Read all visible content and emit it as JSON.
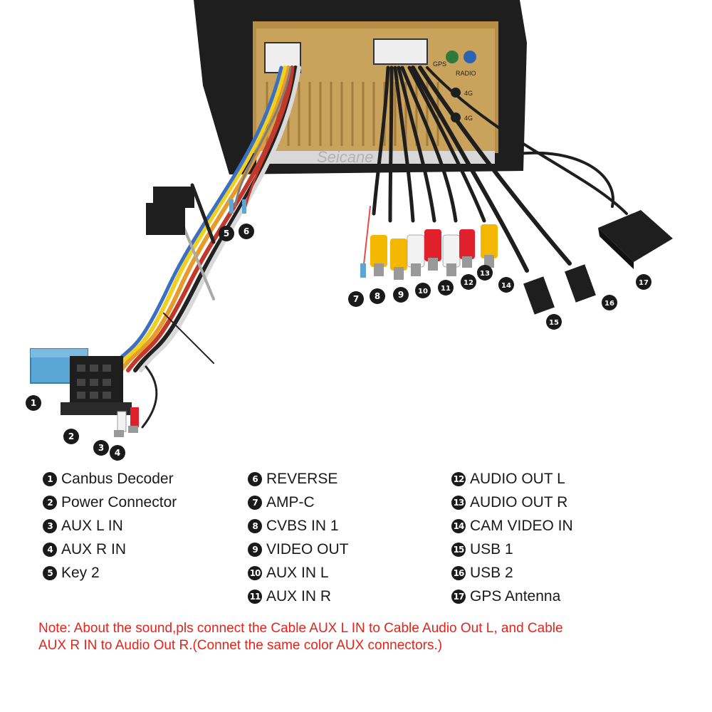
{
  "head_unit": {
    "brand_watermark": "Seicane",
    "port_labels": [
      "GPS",
      "RADIO",
      "4G",
      "4G"
    ]
  },
  "callouts": [
    {
      "num": "1",
      "label": "Canbus Decoder"
    },
    {
      "num": "2",
      "label": "Power Connector"
    },
    {
      "num": "3",
      "label": "AUX L IN"
    },
    {
      "num": "4",
      "label": "AUX R IN"
    },
    {
      "num": "5",
      "label": "Key 2"
    },
    {
      "num": "6",
      "label": "REVERSE"
    },
    {
      "num": "7",
      "label": "AMP-C"
    },
    {
      "num": "8",
      "label": "CVBS IN 1"
    },
    {
      "num": "9",
      "label": "VIDEO OUT"
    },
    {
      "num": "10",
      "label": "AUX IN L"
    },
    {
      "num": "11",
      "label": "AUX IN R"
    },
    {
      "num": "12",
      "label": "AUDIO OUT L"
    },
    {
      "num": "13",
      "label": "AUDIO OUT R"
    },
    {
      "num": "14",
      "label": "CAM VIDEO IN"
    },
    {
      "num": "15",
      "label": "USB 1"
    },
    {
      "num": "16",
      "label": "USB 2"
    },
    {
      "num": "17",
      "label": "GPS Antenna"
    }
  ],
  "note": {
    "line1": "Note: About the sound,pls connect the Cable AUX L IN to Cable Audio Out L, and Cable",
    "line2": "AUX R IN to  Audio Out R.(Connet the same color AUX connectors.)"
  },
  "colors": {
    "note": "#e3241b",
    "rca_red": "#e0202a",
    "rca_white": "#f2f2f2",
    "rca_yellow": "#f5b800",
    "canbus_blue": "#5aa7d6",
    "panel_gold": "#c9a25c"
  }
}
